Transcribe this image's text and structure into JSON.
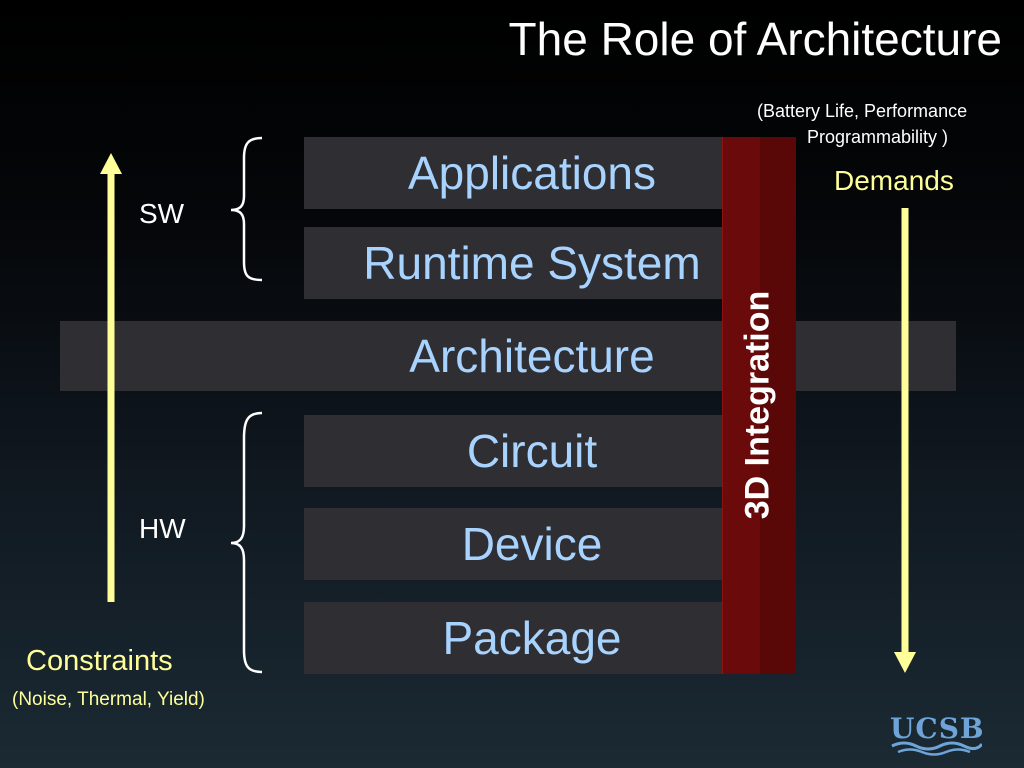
{
  "slide": {
    "title": "The Role of Architecture",
    "layers": [
      {
        "label": "Applications"
      },
      {
        "label": "Runtime System"
      },
      {
        "label": "Architecture"
      },
      {
        "label": "Circuit"
      },
      {
        "label": "Device"
      },
      {
        "label": "Package"
      }
    ],
    "integration_label": "3D Integration",
    "sw_label": "SW",
    "hw_label": "HW",
    "constraints": {
      "label": "Constraints",
      "detail": "(Noise, Thermal, Yield)"
    },
    "demands": {
      "label": "Demands",
      "detail_line1": "(Battery Life, Performance",
      "detail_line2": "Programmability )"
    },
    "logo_text": "UCSB",
    "colors": {
      "layer_text": "#a9d3ff",
      "arrow": "#ffff99",
      "integration_bar": "#6b0a0a",
      "layer_box": "#2f2f33"
    }
  }
}
